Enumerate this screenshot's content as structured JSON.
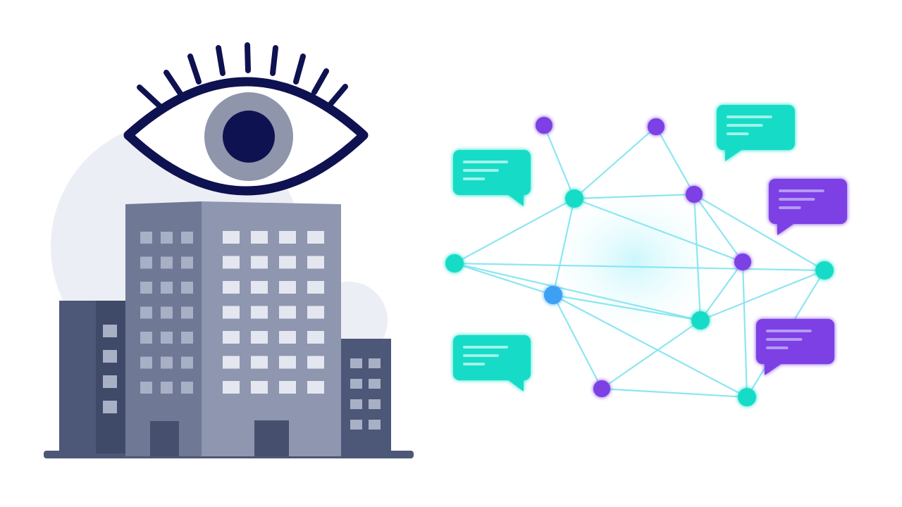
{
  "colors": {
    "background": "#ffffff",
    "backdrop_circle": "#eceef5",
    "eye_outline": "#0f1250",
    "iris": "#8f95ab",
    "pupil": "#0f1250",
    "building_dark": "#4d5878",
    "building_mid": "#6f7895",
    "building_light": "#8e96b0",
    "building_window_dark": "#a8b0c6",
    "building_window_light": "#e4e7ef",
    "building_door": "#46506e",
    "ground": "#4d5878",
    "network_line": "#7fe3f0",
    "network_glow": "#c6f6fb",
    "node_teal": "#19dcc7",
    "node_purple": "#7b3fe4",
    "node_blue": "#3ea0f5",
    "bubble_teal": "#19dcc7",
    "bubble_purple": "#7b3fe4",
    "bubble_text_line": "#9ff3ea",
    "bubble_text_line_purple": "#b59af3"
  },
  "icons": [
    "watching-eye-icon",
    "office-building-icon",
    "network-graph-icon",
    "chat-bubble-icon"
  ],
  "network": {
    "nodes": [
      {
        "id": "n1",
        "color": "purple"
      },
      {
        "id": "n2",
        "color": "purple"
      },
      {
        "id": "n3",
        "color": "teal"
      },
      {
        "id": "n4",
        "color": "purple"
      },
      {
        "id": "n5",
        "color": "teal"
      },
      {
        "id": "n6",
        "color": "blue"
      },
      {
        "id": "n7",
        "color": "purple"
      },
      {
        "id": "n8",
        "color": "teal"
      },
      {
        "id": "n9",
        "color": "teal"
      },
      {
        "id": "n10",
        "color": "purple"
      },
      {
        "id": "n11",
        "color": "teal"
      }
    ],
    "edges": [
      [
        "n1",
        "n3"
      ],
      [
        "n2",
        "n3"
      ],
      [
        "n2",
        "n4"
      ],
      [
        "n3",
        "n4"
      ],
      [
        "n3",
        "n5"
      ],
      [
        "n3",
        "n6"
      ],
      [
        "n3",
        "n7"
      ],
      [
        "n4",
        "n7"
      ],
      [
        "n4",
        "n8"
      ],
      [
        "n4",
        "n9"
      ],
      [
        "n5",
        "n6"
      ],
      [
        "n5",
        "n9"
      ],
      [
        "n6",
        "n8"
      ],
      [
        "n6",
        "n10"
      ],
      [
        "n6",
        "n11"
      ],
      [
        "n7",
        "n8"
      ],
      [
        "n7",
        "n11"
      ],
      [
        "n8",
        "n9"
      ],
      [
        "n8",
        "n10"
      ],
      [
        "n9",
        "n11"
      ],
      [
        "n10",
        "n11"
      ],
      [
        "n5",
        "n8"
      ]
    ]
  },
  "bubbles": [
    {
      "id": "bubble-top-left",
      "color": "teal"
    },
    {
      "id": "bubble-top-right",
      "color": "teal"
    },
    {
      "id": "bubble-mid-right",
      "color": "purple"
    },
    {
      "id": "bubble-bottom-left",
      "color": "teal"
    },
    {
      "id": "bubble-bottom-right",
      "color": "purple"
    }
  ]
}
